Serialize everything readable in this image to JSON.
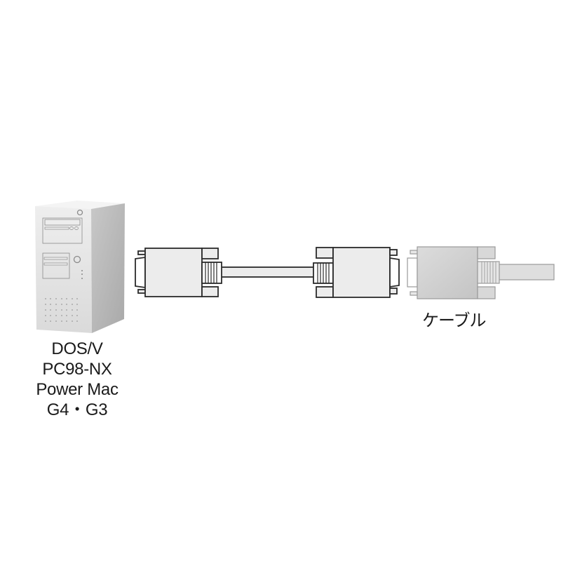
{
  "diagram": {
    "computer": {
      "icon": "pc-tower-icon",
      "labels": [
        "DOS/V",
        "PC98-NX",
        "Power Mac",
        "G4・G3"
      ]
    },
    "cable_assembly": {
      "left_connector": "vga-connector-female-icon",
      "right_connector": "vga-connector-male-icon",
      "cable": "cable-icon"
    },
    "reference_connector": {
      "icon": "vga-connector-shaded-icon",
      "label": "ケーブル"
    }
  },
  "colors": {
    "outline": "#2a2a2a",
    "fill_light": "#ececec",
    "tower_front": "#e4e4e4",
    "tower_side": "#b9b9b9",
    "shaded_connector": "#d2d2d2"
  }
}
